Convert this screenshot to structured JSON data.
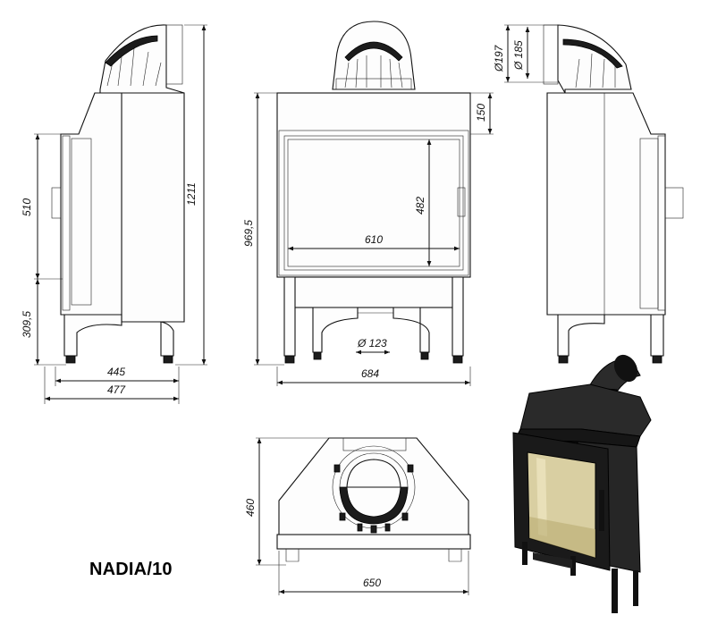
{
  "title": "NADIA/10",
  "side_left": {
    "h_total": "1211",
    "h_door": "510",
    "h_base": "309,5",
    "w_inner": "445",
    "w_outer": "477"
  },
  "front": {
    "h_top": "150",
    "h_total": "969,5",
    "h_glass": "482",
    "w_glass": "610",
    "d_outlet": "Ø 123",
    "w_total": "684"
  },
  "side_right": {
    "d_outer": "Ø197",
    "d_inner": "Ø 185"
  },
  "top_view": {
    "depth": "460",
    "width": "650"
  }
}
